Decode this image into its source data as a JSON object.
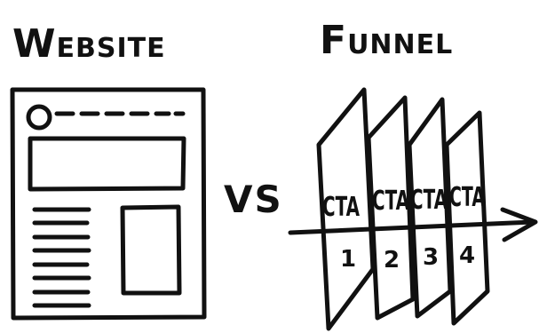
{
  "left": {
    "title_first": "W",
    "title_rest": "EBSITE"
  },
  "right": {
    "title_first": "F",
    "title_rest": "UNNEL",
    "panels": [
      {
        "cta": "CTA",
        "step": "1"
      },
      {
        "cta": "CTA",
        "step": "2"
      },
      {
        "cta": "CTA",
        "step": "3"
      },
      {
        "cta": "CTA",
        "step": "4"
      }
    ]
  },
  "middle": {
    "vs": "VS"
  }
}
